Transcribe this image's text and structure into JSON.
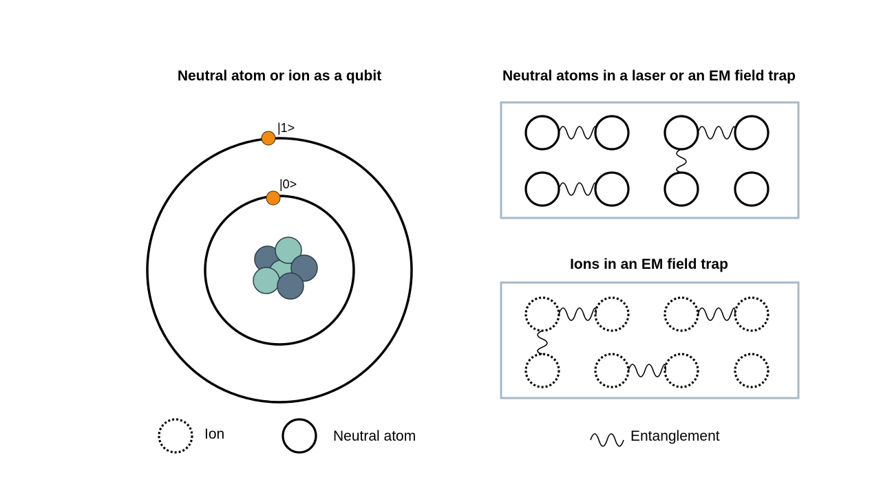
{
  "left_panel": {
    "title": "Neutral atom or ion as a qubit",
    "outer_orbit_state": "|1>",
    "inner_orbit_state": "|0>",
    "colors": {
      "electron": "#f28a12",
      "nucleon_light": "#8fc4b8",
      "nucleon_dark": "#5c7589"
    }
  },
  "top_right_panel": {
    "title": "Neutral atoms in a laser or an EM field trap"
  },
  "bottom_right_panel": {
    "title": "Ions in an EM field trap"
  },
  "legend": {
    "ion_label": "Ion",
    "neutral_atom_label": "Neutral atom",
    "entanglement_label": "Entanglement"
  },
  "colors": {
    "trap_border": "#a7b8c7",
    "stroke": "#000000"
  }
}
